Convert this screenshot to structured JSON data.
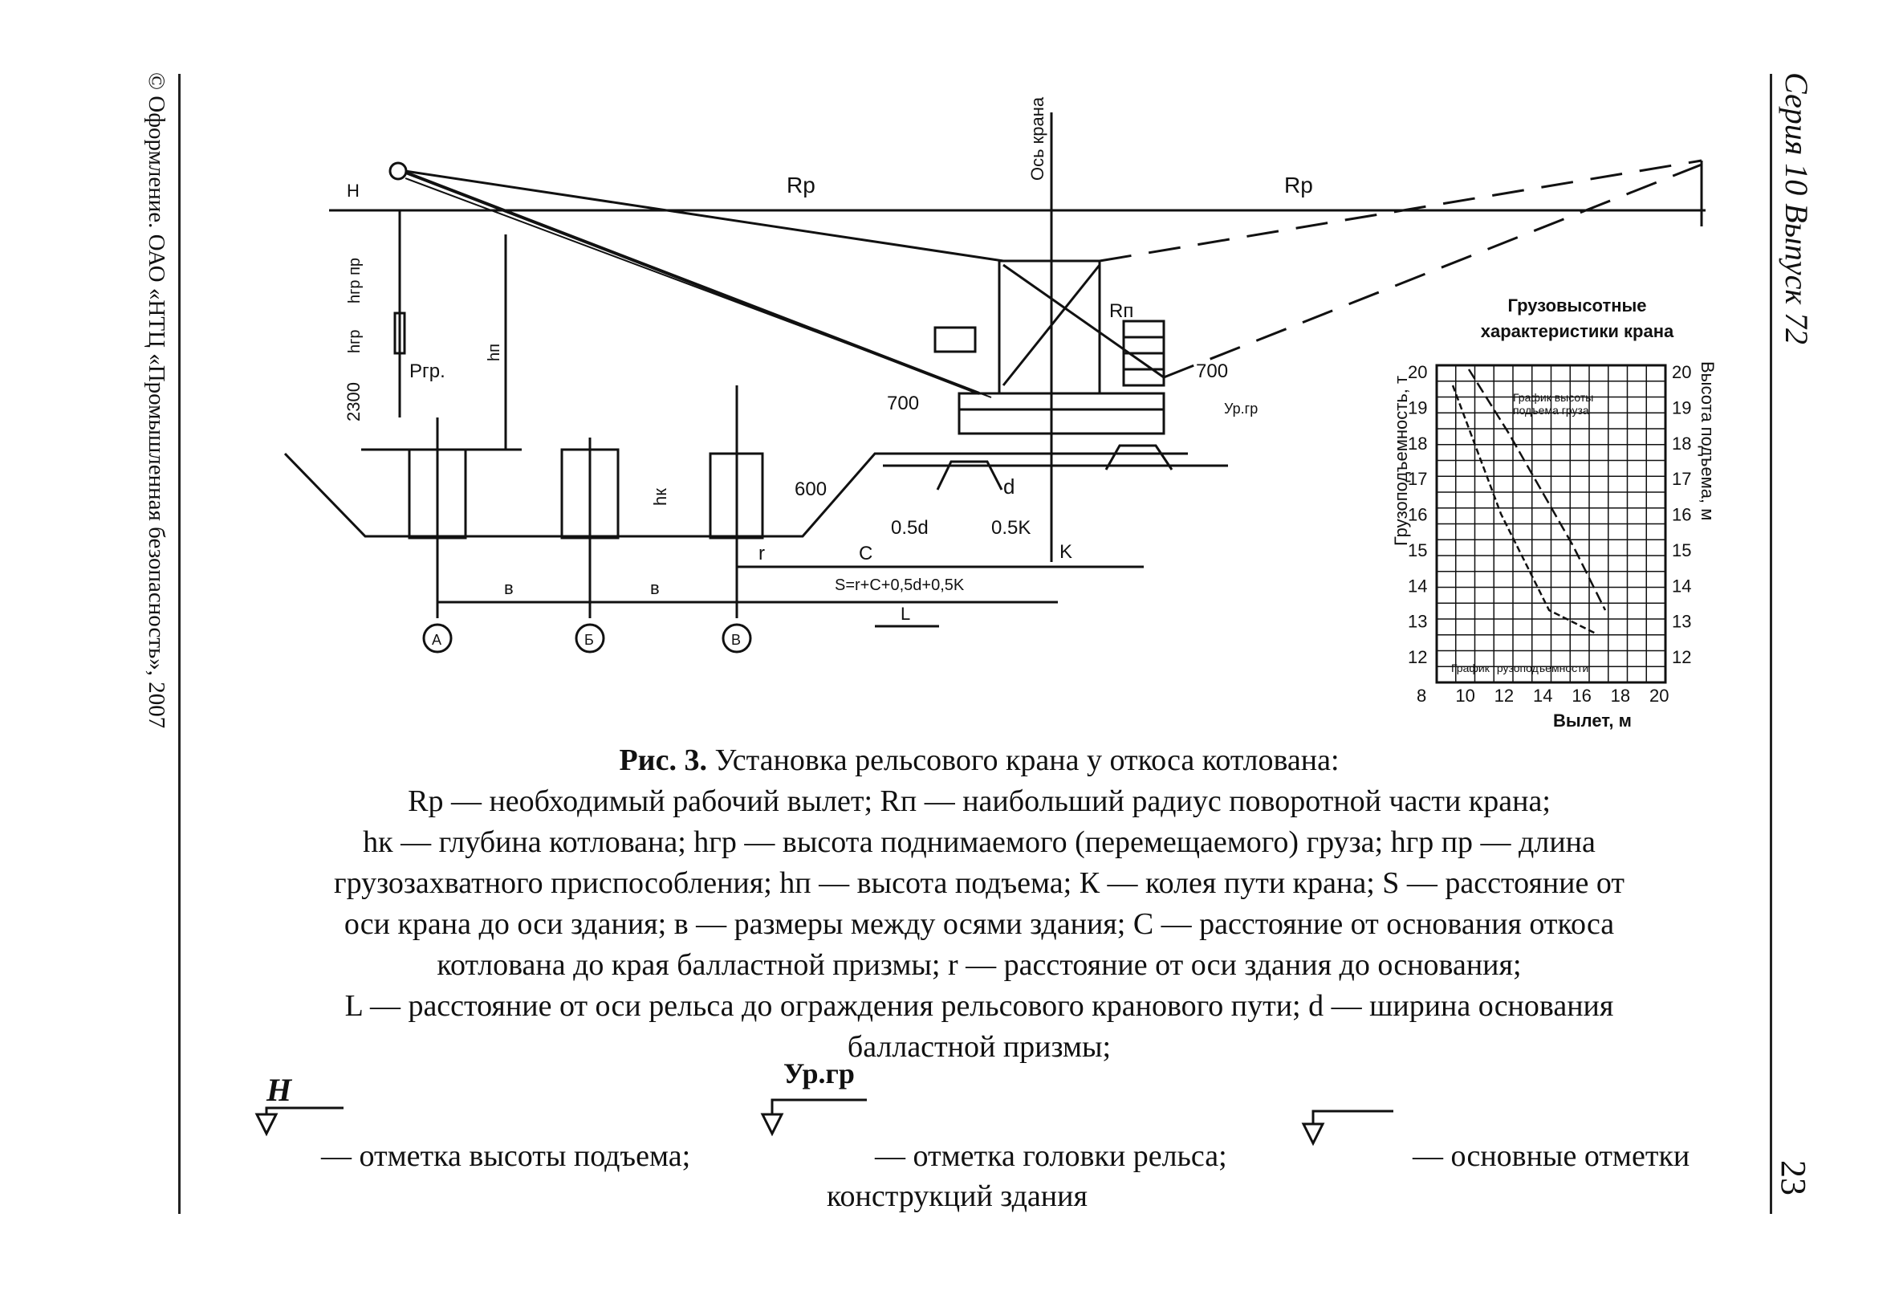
{
  "sidebar_left": {
    "copyright": "© Оформление. ОАО «НТЦ «Промышленная безопасность», 2007"
  },
  "sidebar_right": {
    "series": "Серия 10 Выпуск 72",
    "page_number": "23"
  },
  "drawing": {
    "labels": {
      "rp_left": "Rp",
      "rp_right": "Rp",
      "crane_axis": "Ось крана",
      "H": "H",
      "h_gr_pr": "hгр пр",
      "h_gr": "hгр",
      "p_gr": "Pгр.",
      "h_2300": "2300",
      "h_n": "hп",
      "h_k": "hк",
      "dim_600": "600",
      "dim_700_left": "700",
      "dim_700_right": "700",
      "rn": "Rп",
      "d": "d",
      "half_d": "0.5d",
      "half_k": "0.5K",
      "k": "K",
      "r": "r",
      "c": "C",
      "b1": "в",
      "b2": "в",
      "s_formula": "S=r+C+0,5d+0,5K",
      "l": "L",
      "rail_level": "Ур.гр",
      "axis_a": "А",
      "axis_b": "Б",
      "axis_v": "В"
    }
  },
  "load_chart": {
    "title_line1": "Грузовысотные",
    "title_line2": "характеристики крана",
    "y_axis_left_label": "Грузоподъемность, т",
    "y_axis_right_label": "Высота подъема, м",
    "x_axis_label": "Вылет, м",
    "height_curve_label_1": "График высоты",
    "height_curve_label_2": "подъема груза",
    "capacity_curve_label": "График грузоподъемности",
    "y_ticks_left": [
      "20",
      "19",
      "18",
      "17",
      "16",
      "15",
      "14",
      "13",
      "12"
    ],
    "y_ticks_right": [
      "20",
      "19",
      "18",
      "17",
      "16",
      "15",
      "14",
      "13",
      "12"
    ],
    "x_ticks": [
      "8",
      "10",
      "12",
      "14",
      "16",
      "18",
      "20"
    ],
    "x_range": [
      8,
      20
    ],
    "y_range": [
      12,
      20
    ],
    "grid": true
  },
  "caption": {
    "fig_label": "Рис. 3.",
    "title": " Установка рельсового крана у откоса котлована:",
    "line2": "Rр — необходимый рабочий вылет; Rп — наибольший радиус поворотной части крана;",
    "line3": "hк — глубина котлована; hгр — высота поднимаемого (перемещаемого) груза; hгр пр — длина",
    "line4": "грузозахватного приспособления; hп — высота подъема; К — колея пути крана; S — расстояние от",
    "line5": "оси крана до оси здания; в — размеры между осями здания; С — расстояние от основания откоса",
    "line6": "котлована до края балластной призмы; r — расстояние от оси здания до основания;",
    "line7": "L — расстояние от оси рельса до ограждения рельсового кранового пути; d — ширина основания",
    "line8": "балластной призмы;"
  },
  "marks": {
    "h_symbol": "H",
    "h_text": "— отметка высоты подъема;",
    "u_symbol": "Ур.гр",
    "u_text": "— отметка головки рельса;",
    "base_text": "— основные отметки",
    "last_line": "конструкций здания"
  }
}
